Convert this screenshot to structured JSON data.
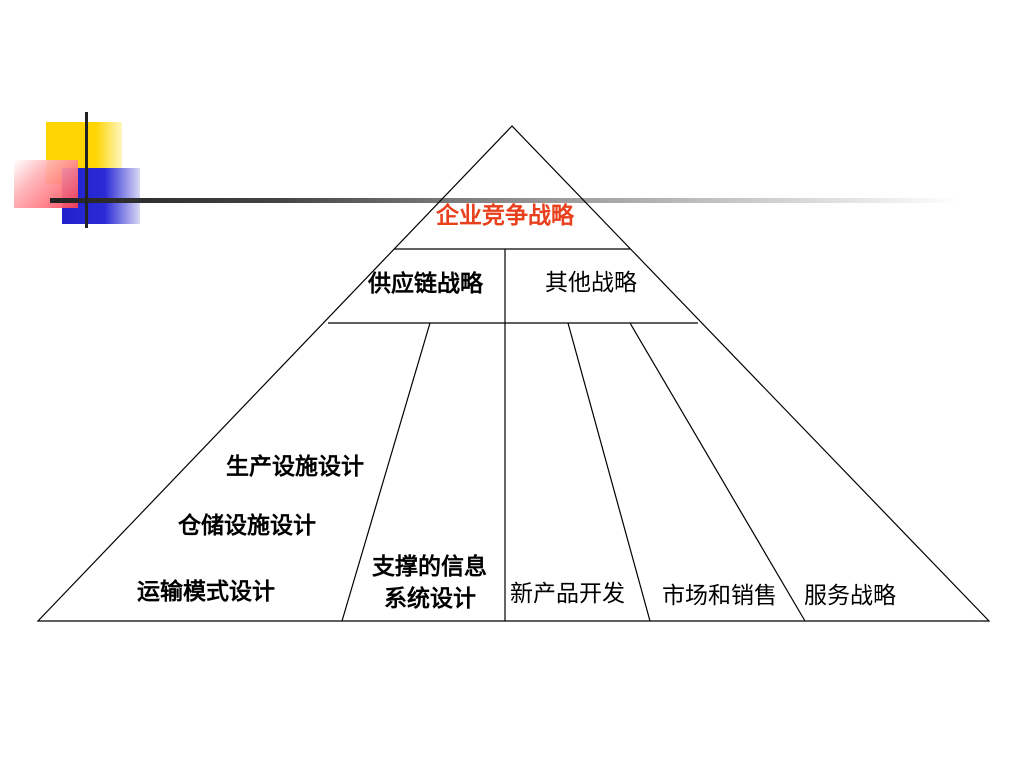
{
  "diagram": {
    "apex_label": "企业竞争战略",
    "level2": {
      "left": "供应链战略",
      "right": "其他战略"
    },
    "supply_chain_items": [
      "生产设施设计",
      "仓储设施设计",
      "运输模式设计"
    ],
    "info_system": {
      "line1": "支撑的信息",
      "line2": "系统设计"
    },
    "other_items": [
      "新产品开发",
      "市场和销售",
      "服务战略"
    ]
  },
  "colors": {
    "apex_text": "#e8401c",
    "deco_yellow": "#ffd400",
    "deco_red": "#ff4050",
    "deco_blue": "#2b2bd6",
    "deco_bar": "#333333"
  }
}
